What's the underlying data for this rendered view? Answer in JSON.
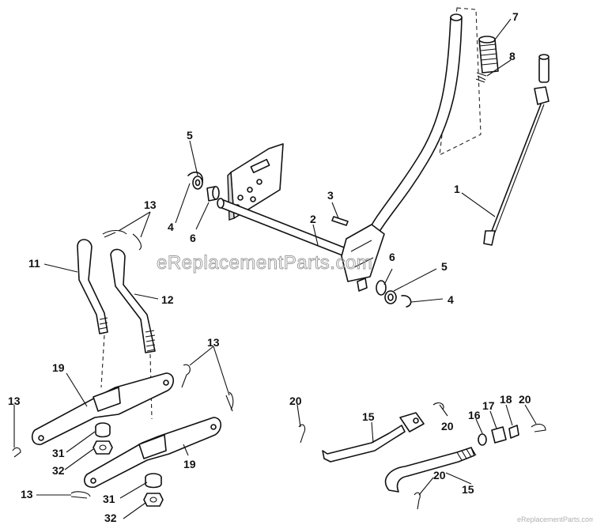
{
  "watermark": "eReplacementParts.com",
  "watermark_corner": "eReplacementParts.com",
  "callouts": {
    "c7": "7",
    "c8": "8",
    "c5a": "5",
    "c1": "1",
    "c3": "3",
    "c2": "2",
    "c4a": "4",
    "c6a": "6",
    "c13a": "13",
    "c11": "11",
    "c12": "12",
    "c6b": "6",
    "c5b": "5",
    "c4b": "4",
    "c19a": "19",
    "c13b": "13",
    "c13c": "13",
    "c31a": "31",
    "c32a": "32",
    "c19b": "19",
    "c13d": "13",
    "c31b": "31",
    "c32b": "32",
    "c20a": "20",
    "c15a": "15",
    "c20b": "20",
    "c16": "16",
    "c17": "17",
    "c18": "18",
    "c20c": "20",
    "c20d": "20",
    "c15b": "15"
  }
}
